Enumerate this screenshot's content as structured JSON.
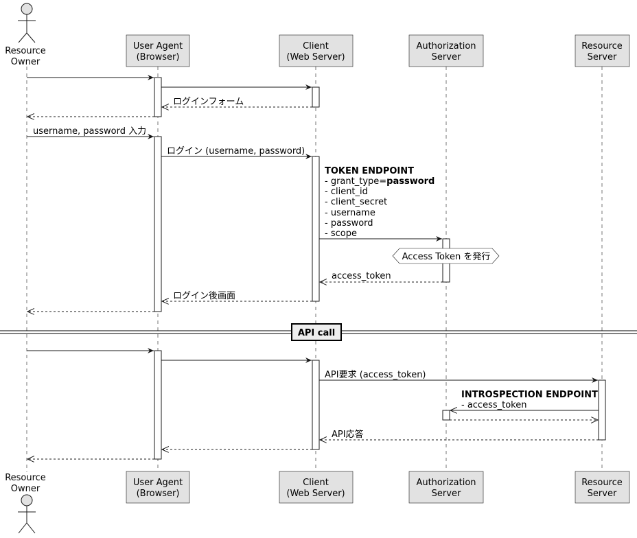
{
  "participants": {
    "resource_owner": {
      "line1": "Resource",
      "line2": "Owner"
    },
    "user_agent": {
      "line1": "User Agent",
      "line2": "(Browser)"
    },
    "client": {
      "line1": "Client",
      "line2": "(Web Server)"
    },
    "auth_server": {
      "line1": "Authorization",
      "line2": "Server"
    },
    "resource_server": {
      "line1": "Resource",
      "line2": "Server"
    }
  },
  "messages": {
    "login_form": "ログインフォーム",
    "username_password_input": "username, password 入力",
    "login_request": "ログイン (username, password)",
    "token_endpoint": {
      "title": "TOKEN ENDPOINT",
      "grant_prefix": "- grant_type=",
      "grant_value": "password",
      "client_id": "- client_id",
      "client_secret": "- client_secret",
      "username": "- username",
      "password": "- password",
      "scope": "- scope"
    },
    "issue_token": "Access Token を発行",
    "access_token": "access_token",
    "after_login_screen": "ログイン後画面",
    "api_request": "API要求 (access_token)",
    "introspection": {
      "title": "INTROSPECTION ENDPOINT",
      "param": "- access_token"
    },
    "api_response": "API応答"
  },
  "divider": {
    "label": "API call"
  }
}
